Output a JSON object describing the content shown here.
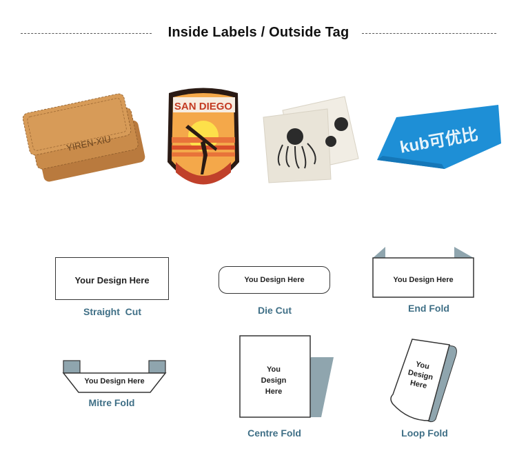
{
  "header": {
    "title": "Inside Labels / Outside Tag"
  },
  "photos": {
    "leather_text": "YIREN-XIU",
    "patch_text": "SAN DIEGO",
    "woven_text": "kub可优比"
  },
  "diagrams": [
    {
      "id": "straight-cut",
      "caption": "Straight  Cut",
      "text": "Your Design Here"
    },
    {
      "id": "die-cut",
      "caption": "Die Cut",
      "text": "You Design Here"
    },
    {
      "id": "end-fold",
      "caption": "End Fold",
      "text": "You Design Here"
    },
    {
      "id": "mitre-fold",
      "caption": "Mitre Fold",
      "text": "You Design Here"
    },
    {
      "id": "centre-fold",
      "caption": "Centre Fold",
      "text_lines": [
        "You",
        "Design",
        "Here"
      ]
    },
    {
      "id": "loop-fold",
      "caption": "Loop Fold",
      "text_lines": [
        "You",
        "Design",
        "Here"
      ]
    }
  ],
  "colors": {
    "caption": "#3f6f86",
    "fold_fill": "#8fa5ae",
    "leather": "#c98b4a",
    "patch_orange": "#e8733a",
    "woven_blue": "#1e8fd6"
  }
}
